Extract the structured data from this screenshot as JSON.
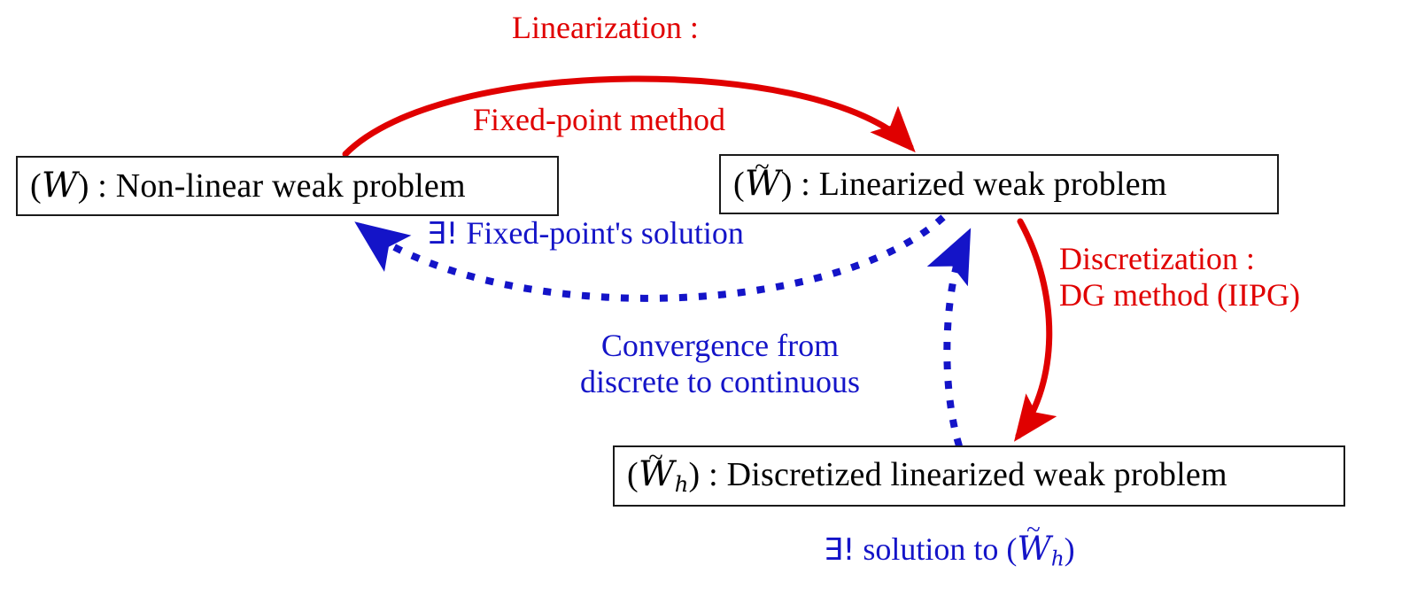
{
  "diagram": {
    "title": "Linearization and discretization workflow",
    "background_color": "#ffffff",
    "colors": {
      "red": "#e00000",
      "blue": "#1414c8",
      "box_border": "#1a1a1a",
      "text": "#000000"
    }
  },
  "nodes": [
    {
      "id": "nonlinear",
      "symbol": "(W)",
      "symbol_plain": "(\\mathcal{W})",
      "separator": " : ",
      "text": "Non-linear weak problem",
      "full_label": "(W) : Non-linear weak problem"
    },
    {
      "id": "linearized",
      "symbol": "(W~)",
      "symbol_plain": "(\\tilde{\\mathcal{W}})",
      "separator": " : ",
      "text": "Linearized weak problem",
      "full_label": "(W~) : Linearized weak problem"
    },
    {
      "id": "discretized",
      "symbol": "(W~_h)",
      "symbol_plain": "(\\tilde{\\mathcal{W}}_h)",
      "separator": " : ",
      "text": "Discretized linearized weak problem",
      "full_label": "(W~_h) : Discretized linearized weak problem"
    }
  ],
  "captions": {
    "linearization": {
      "line1": "Linearization :",
      "color": "#e00000"
    },
    "fixed_point_method": {
      "line1": "Fixed-point method",
      "color": "#e00000"
    },
    "discretization": {
      "line1": "Discretization :",
      "line2": "DG method (IIPG)",
      "color": "#e00000"
    },
    "exists_fixed_point": {
      "prefix": "∃!",
      "line1": " Fixed-point's solution",
      "color": "#1414c8"
    },
    "convergence": {
      "line1": "Convergence from",
      "line2": "discrete to continuous",
      "color": "#1414c8"
    },
    "exists_solution": {
      "prefix": "∃!",
      "line1": " solution to ",
      "symbol": "(W~_h)",
      "color": "#1414c8"
    }
  },
  "arrows": [
    {
      "id": "linearization-arrow",
      "style": "solid",
      "color": "#e00000",
      "from": "nonlinear",
      "to": "linearized",
      "label": "Linearization : Fixed-point method"
    },
    {
      "id": "fixed-point-solution-arrow",
      "style": "dotted",
      "color": "#1414c8",
      "from": "linearized",
      "to": "nonlinear",
      "label": "∃! Fixed-point's solution"
    },
    {
      "id": "discretization-arrow",
      "style": "solid",
      "color": "#e00000",
      "from": "linearized",
      "to": "discretized",
      "label": "Discretization : DG method (IIPG)"
    },
    {
      "id": "convergence-arrow",
      "style": "dotted",
      "color": "#1414c8",
      "from": "discretized",
      "to": "linearized",
      "label": "Convergence from discrete to continuous"
    }
  ]
}
